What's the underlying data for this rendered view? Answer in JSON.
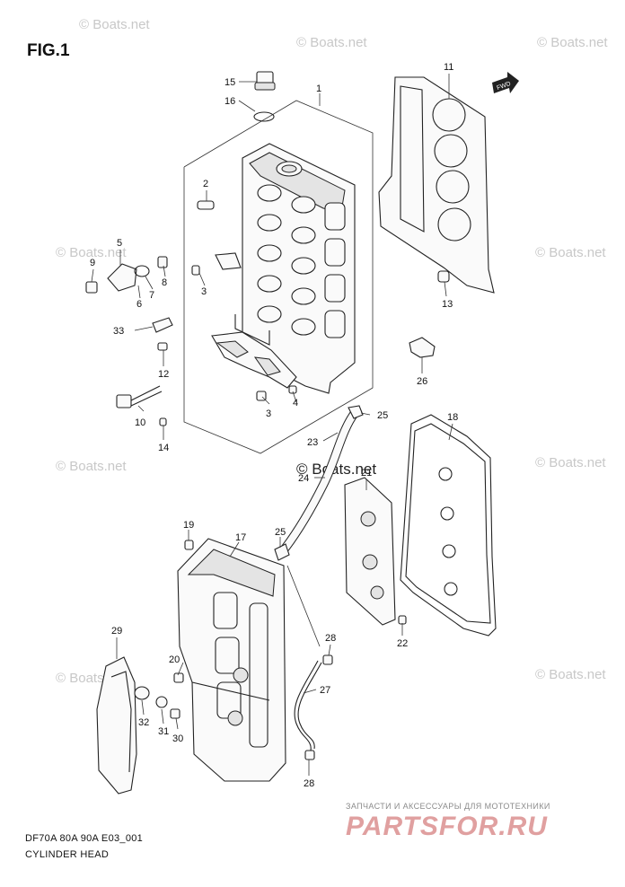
{
  "figure_title": "FIG.1",
  "footer": {
    "model_code": "DF70A 80A 90A E03_001",
    "section_name": "CYLINDER HEAD"
  },
  "watermark": "© Boats.net",
  "brand": {
    "tagline": "ЗАПЧАСТИ И АКСЕССУАРЫ ДЛЯ МОТОТЕХНИКИ",
    "logo_text": "PARTSFOR.RU"
  },
  "direction_tag": "FWD",
  "callouts": [
    "1",
    "2",
    "3",
    "3",
    "4",
    "5",
    "6",
    "7",
    "8",
    "9",
    "10",
    "11",
    "12",
    "13",
    "14",
    "15",
    "16",
    "17",
    "18",
    "19",
    "20",
    "21",
    "22",
    "23",
    "24",
    "25",
    "25",
    "26",
    "27",
    "28",
    "28",
    "29",
    "30",
    "31",
    "32",
    "33"
  ]
}
